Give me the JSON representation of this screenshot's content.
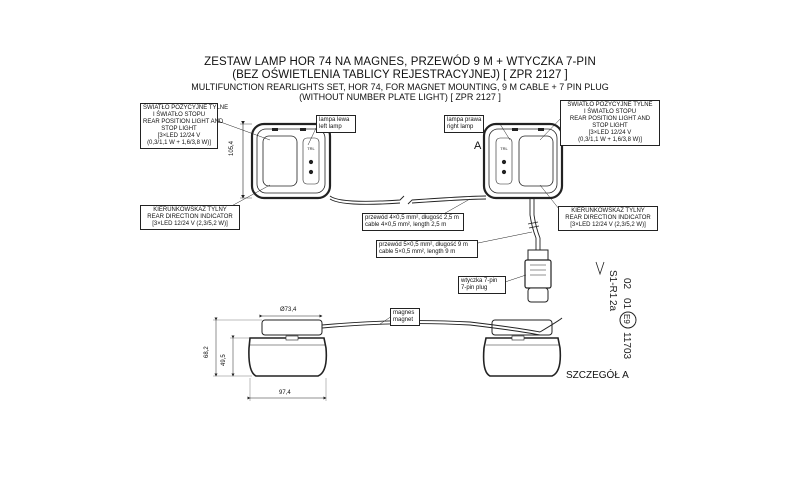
{
  "title": {
    "line1": "ZESTAW LAMP HOR 74 NA MAGNES, PRZEWÓD 9 M + WTYCZKA 7-PIN",
    "line2": "(BEZ OŚWIETLENIA TABLICY REJESTRACYJNEJ) [ ZPR 2127 ]",
    "line3": "MULTIFUNCTION REARLIGHTS SET, HOR 74, FOR MAGNET MOUNTING, 9 M CABLE + 7 PIN PLUG",
    "line4": "(WITHOUT NUMBER PLATE LIGHT) [ ZPR 2127 ]"
  },
  "left_position_box": [
    "ŚWIATŁO POZYCYJNE TYLNE",
    "I ŚWIATŁO STOPU",
    "REAR POSITION LIGHT AND",
    "STOP LIGHT",
    "[3×LED 12/24 V",
    "(0,3/1,1 W + 1,6/3,8 W)]"
  ],
  "right_position_box": [
    "ŚWIATŁO POZYCYJNE TYLNE",
    "I ŚWIATŁO STOPU",
    "REAR POSITION LIGHT AND",
    "STOP LIGHT",
    "[3×LED 12/24 V",
    "(0,3/1,1 W + 1,6/3,8 W)]"
  ],
  "left_indicator_box": [
    "KIERUNKOWSKAZ TYLNY",
    "REAR DIRECTION INDICATOR",
    "[3×LED 12/24 V (2,3/5,2 W)]"
  ],
  "right_indicator_box": [
    "KIERUNKOWSKAZ TYLNY",
    "REAR DIRECTION INDICATOR",
    "[3×LED 12/24 V (2,3/5,2 W)]"
  ],
  "left_lamp_label": [
    "lampa lewa",
    "left lamp"
  ],
  "right_lamp_label": [
    "lampa prawa",
    "right lamp"
  ],
  "cable4_box": [
    "przewód 4×0,5 mm², długość 2,5 m",
    "cable 4×0,5 mm², length 2,5 m"
  ],
  "cable5_box": [
    "przewód 5×0,5 mm², długość 9 m",
    "cable 5×0,5 mm², length 9 m"
  ],
  "plug_box": [
    "wtyczka 7-pin",
    "7-pin plug"
  ],
  "magnet_box": [
    "magnes",
    "magnet"
  ],
  "detail_letter": "A",
  "detail_caption": "SZCZEGÓŁ A",
  "dimensions": {
    "lamp_height": "105,4",
    "magnet_diameter": "Ø73,4",
    "total_height": "68,2",
    "body_height": "49,5",
    "width": "97,4"
  },
  "marking": {
    "code": "S1-R1",
    "code2": "2a",
    "line2a": "02",
    "line2b": "01",
    "approval_mark": "E9",
    "approval_number": "11703"
  }
}
